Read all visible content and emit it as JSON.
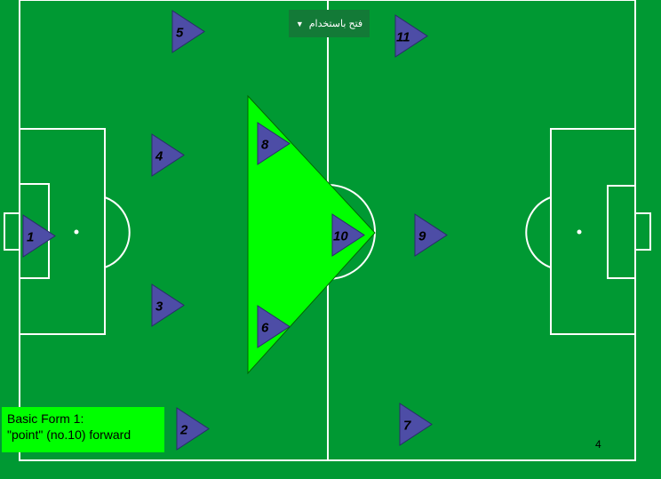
{
  "menu": {
    "label": "فتح باستخدام"
  },
  "caption": {
    "line1": "Basic Form 1:",
    "line2": "\"point\" (no.10) forward"
  },
  "page_number": "4",
  "players": [
    "1",
    "2",
    "3",
    "4",
    "5",
    "6",
    "7",
    "8",
    "9",
    "10",
    "11"
  ],
  "colors": {
    "pitch": "#009933",
    "player_fill": "#4d4da6",
    "highlight": "#00ff00",
    "lines": "#ffffff"
  }
}
